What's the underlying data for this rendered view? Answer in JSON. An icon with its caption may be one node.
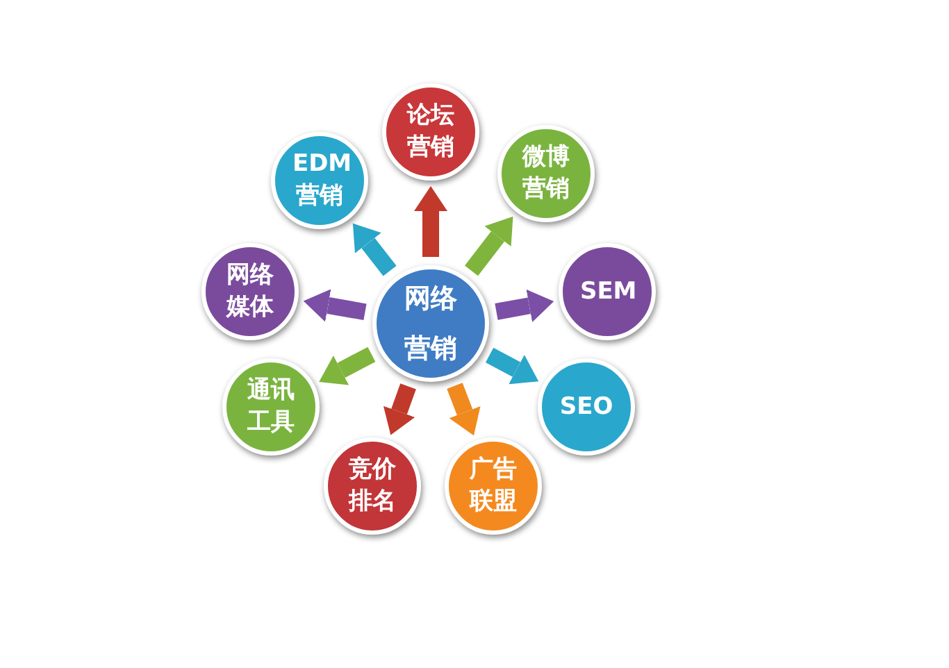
{
  "diagram": {
    "nodes": [
      {
        "text": [
          "网络营销"
        ]
      },
      {
        "text": [
          "论坛营销"
        ]
      },
      {
        "text": [
          "微博营销"
        ]
      },
      {
        "text": [
          "SEM"
        ]
      },
      {
        "text": [
          "SEO"
        ]
      },
      {
        "text": [
          "广告联盟"
        ]
      },
      {
        "text": [
          "竞价排名"
        ]
      },
      {
        "text": [
          "通讯工具"
        ]
      },
      {
        "text": [
          "网络媒体"
        ]
      },
      {
        "text": [
          "EDM营销"
        ]
      }
    ],
    "edges": [
      {
        "from": 0,
        "to": 1,
        "arrow": "to",
        "color": "#c0392b"
      },
      {
        "from": 0,
        "to": 2,
        "arrow": "to",
        "color": "#7fb53c"
      },
      {
        "from": 0,
        "to": 3,
        "arrow": "to",
        "color": "#7b4fa6"
      },
      {
        "from": 0,
        "to": 4,
        "arrow": "to",
        "color": "#2aa6c9"
      },
      {
        "from": 0,
        "to": 5,
        "arrow": "to",
        "color": "#f08a1e"
      },
      {
        "from": 0,
        "to": 6,
        "arrow": "to",
        "color": "#c0392b"
      },
      {
        "from": 0,
        "to": 7,
        "arrow": "to",
        "color": "#7fb53c"
      },
      {
        "from": 0,
        "to": 8,
        "arrow": "to",
        "color": "#7b4fa6"
      },
      {
        "from": 0,
        "to": 9,
        "arrow": "to",
        "color": "#2aa6c9"
      }
    ]
  }
}
